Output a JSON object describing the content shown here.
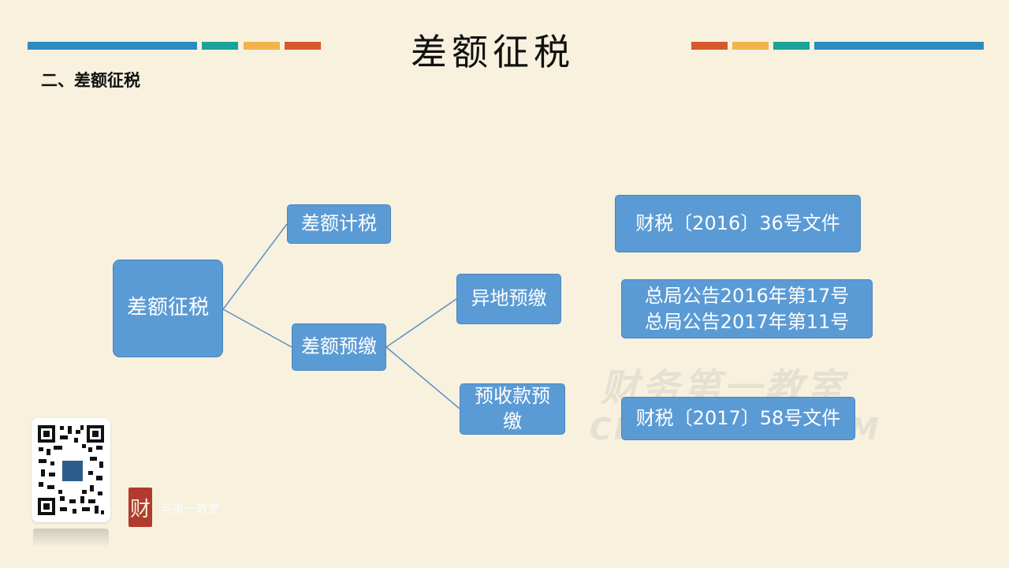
{
  "header": {
    "title": "差额征税",
    "left_bar_colors": [
      "#2e8bc0",
      "#1aa39a",
      "#f2b24c",
      "#d9582b"
    ],
    "right_bar_colors": [
      "#d9582b",
      "#f2b24c",
      "#1aa39a",
      "#2e8bc0"
    ]
  },
  "subtitle": "二、差额征税",
  "diagram": {
    "root": "差额征税",
    "branch_calc": "差额计税",
    "branch_prepay": "差额预缴",
    "sub_remote": "异地预缴",
    "sub_advance": "预收款预\n缴",
    "doc_36": "财税〔2016〕36号文件",
    "doc_announcements": "总局公告2016年第17号\n总局公告2017年第11号",
    "doc_58": "财税〔2017〕58号文件",
    "node_color": "#5b9bd5",
    "line_color": "#5b8fc7"
  },
  "watermark": {
    "chinese": "财务第一教室",
    "english": "CFOCLASS.COM"
  },
  "brand": {
    "seal_char": "财",
    "name": "务第一教室"
  }
}
